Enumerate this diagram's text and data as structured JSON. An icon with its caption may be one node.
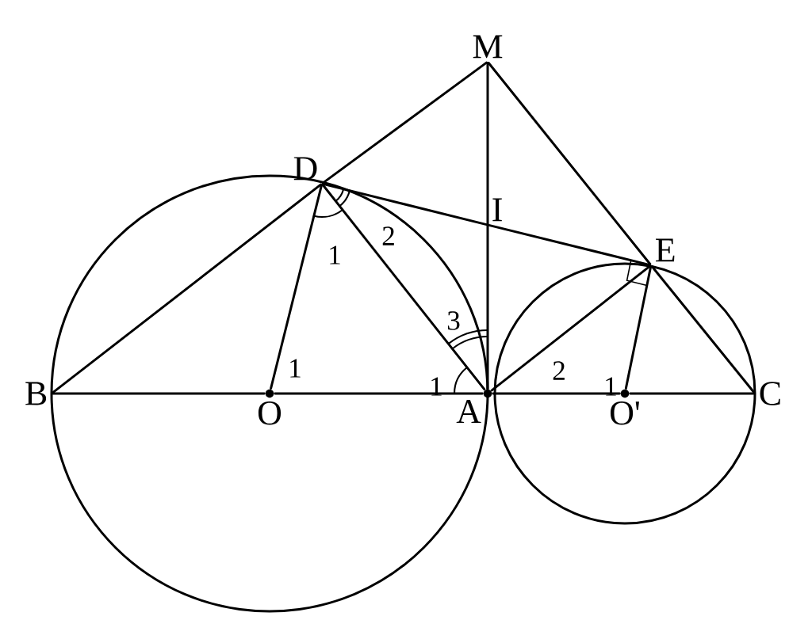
{
  "diagram": {
    "nodes": [
      {
        "text": [
          "M"
        ]
      },
      {
        "text": [
          "D"
        ]
      },
      {
        "text": [
          "I"
        ]
      },
      {
        "text": [
          "E"
        ]
      },
      {
        "text": [
          "B"
        ]
      },
      {
        "text": [
          "O"
        ]
      },
      {
        "text": [
          "A"
        ]
      },
      {
        "text": [
          "O'"
        ]
      },
      {
        "text": [
          "C"
        ]
      }
    ],
    "edges": [
      {
        "from": 0,
        "to": 1,
        "arrow": "none"
      },
      {
        "from": 0,
        "to": 2,
        "arrow": "none"
      },
      {
        "from": 2,
        "to": 6,
        "arrow": "none"
      },
      {
        "from": 0,
        "to": 3,
        "arrow": "none"
      },
      {
        "from": 3,
        "to": 8,
        "arrow": "none"
      },
      {
        "from": 1,
        "to": 2,
        "arrow": "none"
      },
      {
        "from": 2,
        "to": 3,
        "arrow": "none"
      },
      {
        "from": 4,
        "to": 1,
        "arrow": "none"
      },
      {
        "from": 1,
        "to": 5,
        "arrow": "none"
      },
      {
        "from": 1,
        "to": 6,
        "arrow": "none"
      },
      {
        "from": 6,
        "to": 3,
        "arrow": "none"
      },
      {
        "from": 3,
        "to": 7,
        "arrow": "none"
      },
      {
        "from": 4,
        "to": 5,
        "arrow": "none"
      },
      {
        "from": 5,
        "to": 6,
        "arrow": "none"
      },
      {
        "from": 6,
        "to": 7,
        "arrow": "none"
      },
      {
        "from": 7,
        "to": 8,
        "arrow": "none"
      }
    ],
    "labels": [
      "2",
      "1",
      "3",
      "1",
      "2",
      "1",
      "1"
    ]
  }
}
